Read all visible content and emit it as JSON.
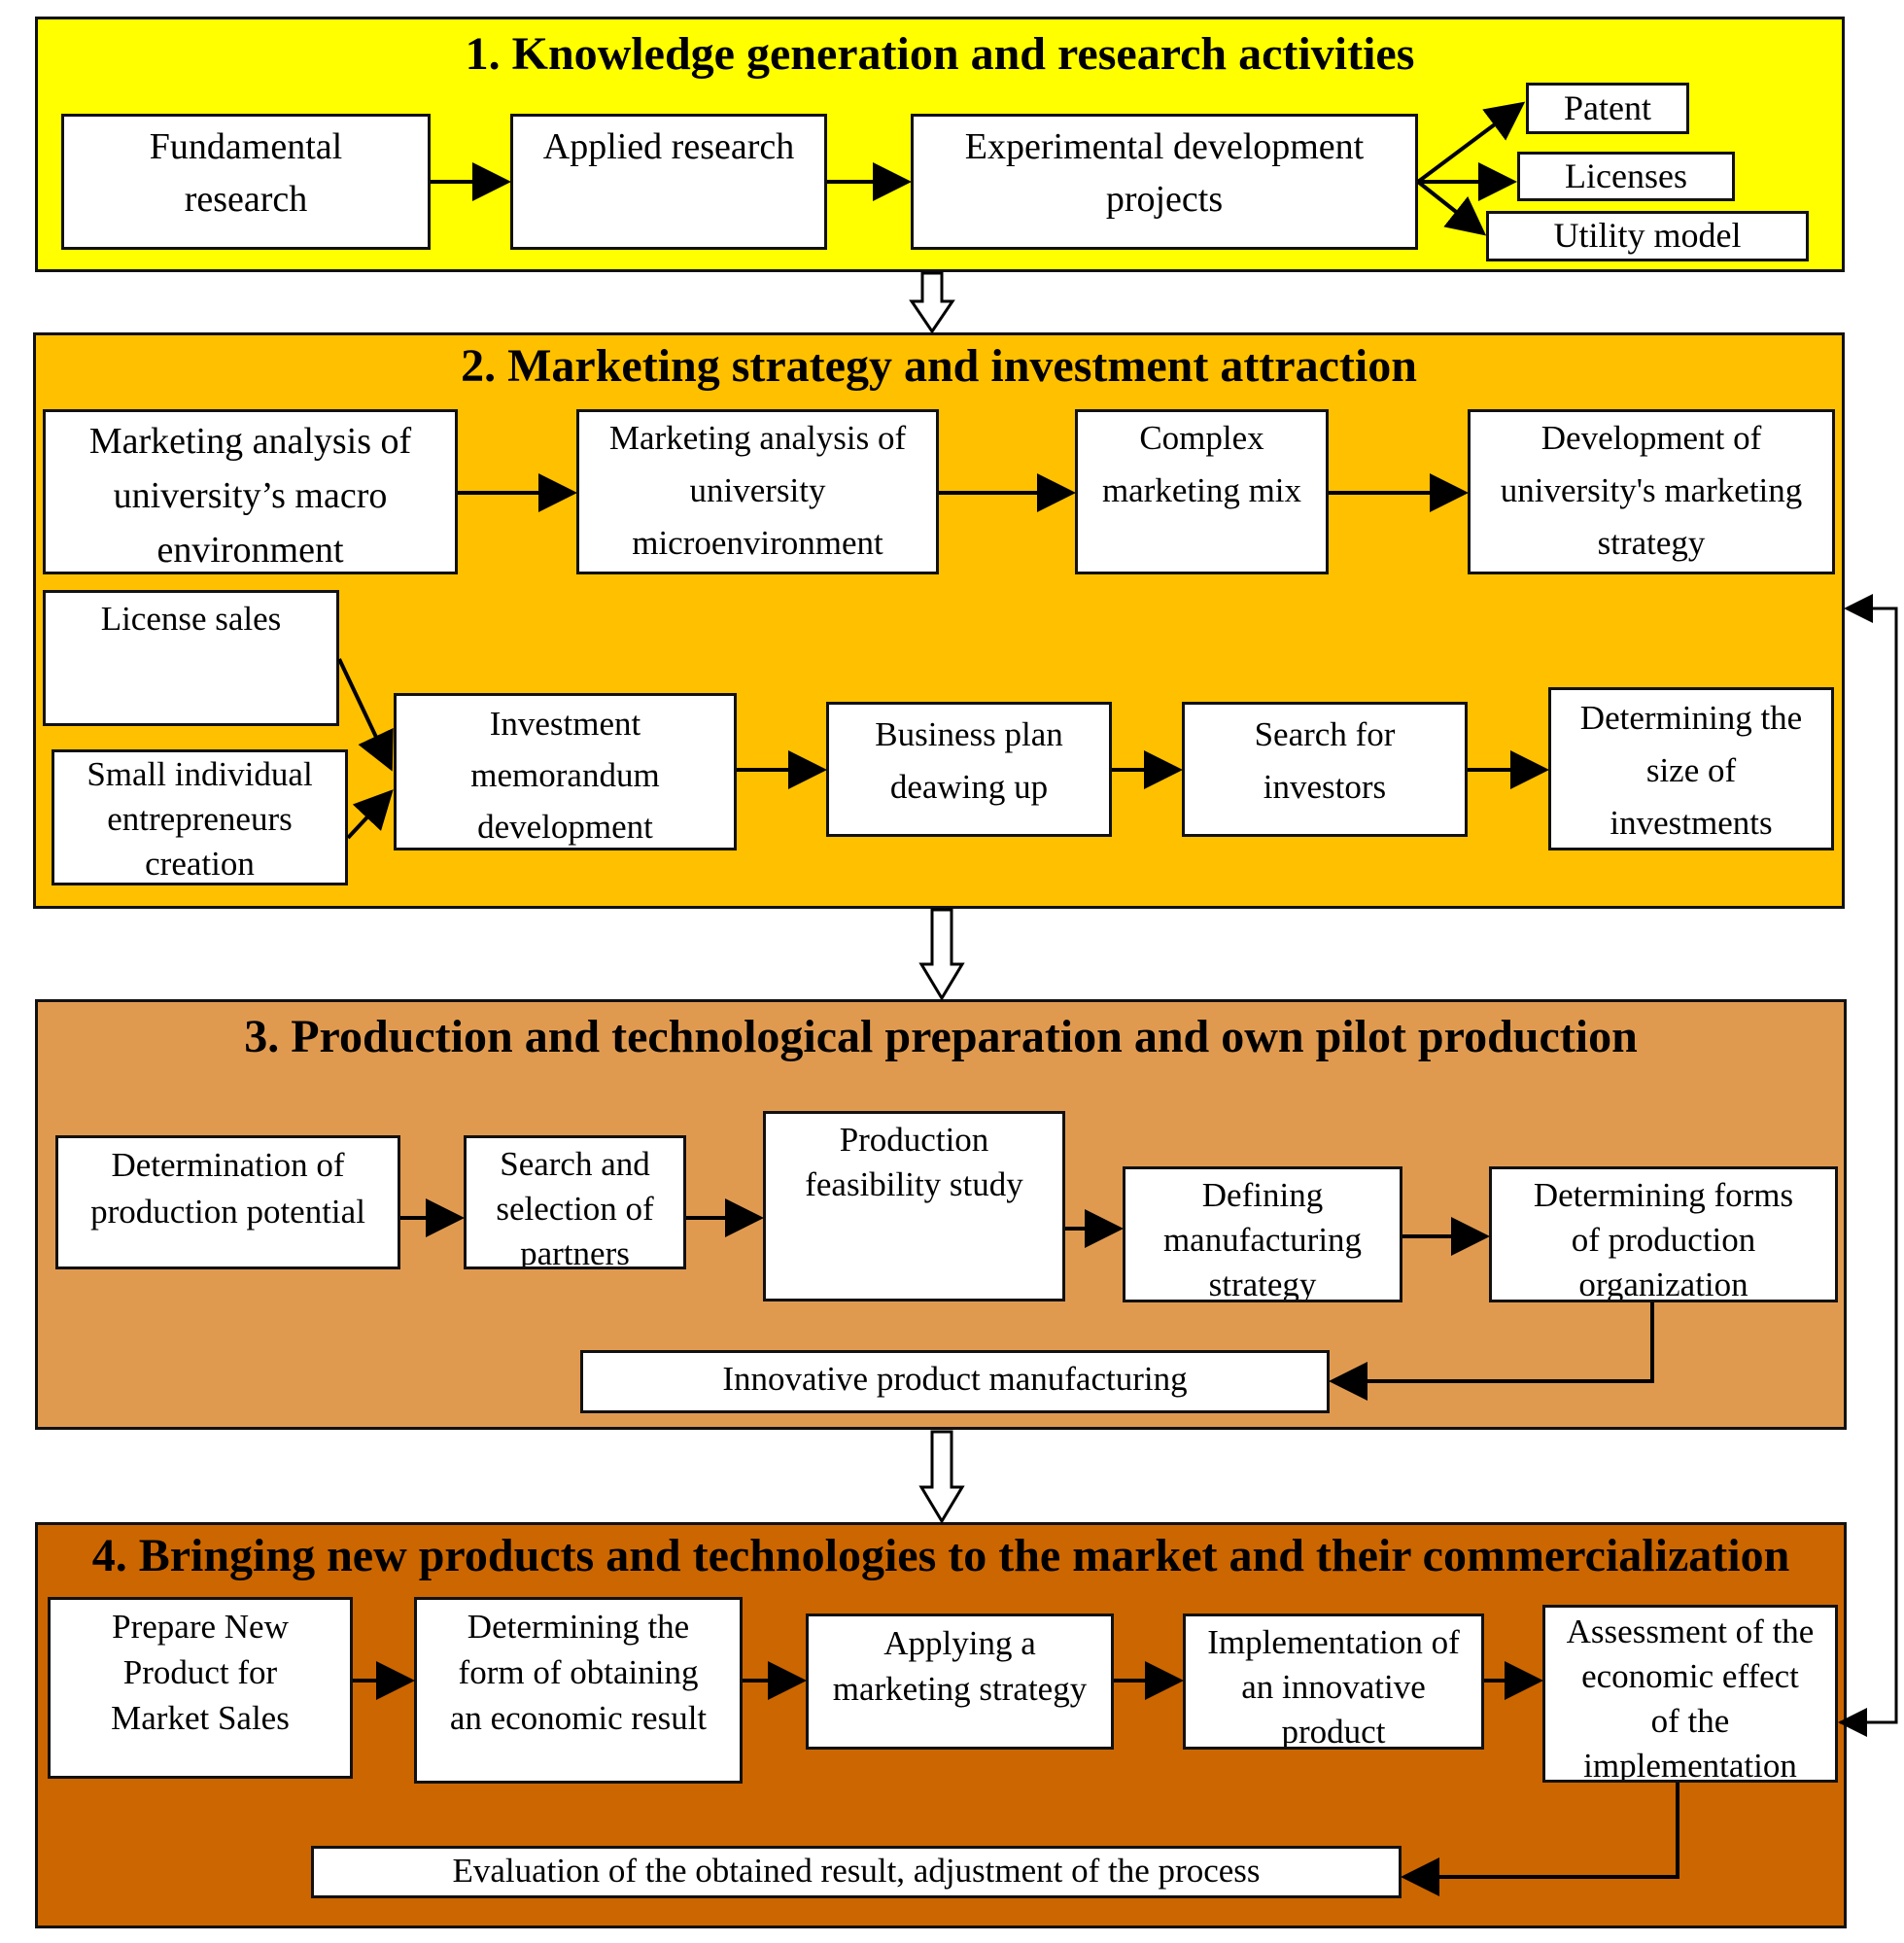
{
  "panels": [
    {
      "title": "1. Knowledge generation and research activities",
      "color": "#ffff00",
      "boxes": {
        "fundamental": "Fundamental research",
        "applied": "Applied research",
        "experimental": "Experimental development projects",
        "patent": "Patent",
        "licenses": "Licenses",
        "utility": "Utility model"
      }
    },
    {
      "title": "2. Marketing strategy and investment attraction",
      "color": "#ffc000",
      "boxes": {
        "macro": "Marketing analysis of university’s macro environment",
        "micro": "Marketing analysis of university microenvironment",
        "mix": "Complex marketing mix",
        "strategy": "Development of university's marketing strategy",
        "license_sales": "License sales",
        "small_entrepreneurs": "Small individual entrepreneurs creation",
        "memorandum": "Investment memorandum development",
        "business_plan": "Business plan deawing up",
        "investors": "Search for investors",
        "investment_size": "Determining the size of investments"
      }
    },
    {
      "title": "3. Production and technological preparation and own pilot production",
      "color": "#e09a50",
      "boxes": {
        "potential": "Determination of production potential",
        "partners": "Search and selection of partners",
        "feasibility": "Production feasibility study",
        "manufacturing_strategy": "Defining manufacturing strategy",
        "forms": "Determining forms of production organization",
        "innovative_manufacturing": "Innovative product manufacturing"
      }
    },
    {
      "title": "4. Bringing new products and technologies to the market and their commercialization",
      "color": "#cc6600",
      "boxes": {
        "prepare": "Prepare New Product for Market Sales",
        "economic_result": "Determining the form of obtaining an economic result",
        "apply_strategy": "Applying a marketing strategy",
        "implementation": "Implementation of an innovative product",
        "assessment": "Assessment of the economic effect of the implementation",
        "evaluation": "Evaluation of the obtained result, adjustment of the process"
      }
    }
  ],
  "lines": {
    "fundamental": [
      "Fundamental",
      "research"
    ],
    "applied": [
      "Applied research"
    ],
    "experimental": [
      "Experimental development",
      "projects"
    ],
    "macro": [
      "Marketing analysis of",
      "university’s macro",
      "environment"
    ],
    "micro": [
      "Marketing analysis of",
      "university",
      "microenvironment"
    ],
    "mix": [
      "Complex",
      "marketing mix"
    ],
    "strategy": [
      "Development of",
      "university's marketing",
      "strategy"
    ],
    "small_entrepreneurs": [
      "Small individual",
      "entrepreneurs",
      "creation"
    ],
    "memorandum": [
      "Investment",
      "memorandum",
      "development"
    ],
    "business_plan": [
      "Business plan",
      "deawing up"
    ],
    "investors": [
      "Search for",
      "investors"
    ],
    "investment_size": [
      "Determining the",
      "size of",
      "investments"
    ],
    "potential": [
      "Determination of",
      "production potential"
    ],
    "partners": [
      "Search and",
      "selection of",
      "partners"
    ],
    "feasibility": [
      "Production",
      "feasibility study"
    ],
    "manufacturing_strategy": [
      "Defining",
      "manufacturing",
      "strategy"
    ],
    "forms": [
      "Determining forms",
      "of production",
      "organization"
    ],
    "prepare": [
      "Prepare New",
      "Product for",
      "Market Sales"
    ],
    "economic_result": [
      "Determining the",
      "form of obtaining",
      "an economic result"
    ],
    "apply_strategy": [
      "Applying a",
      "marketing strategy"
    ],
    "implementation": [
      "Implementation of",
      "an innovative",
      "product"
    ],
    "assessment": [
      "Assessment of the",
      "economic effect",
      "of the",
      "implementation"
    ]
  }
}
